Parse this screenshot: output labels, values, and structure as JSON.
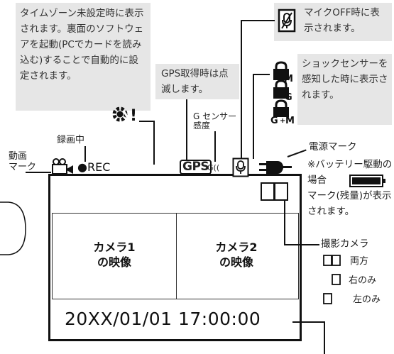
{
  "notes": {
    "timezone": "タイムゾーン未設定時に表示されます。裏面のソフトウェアを起動(PCでカードを読み込む)することで自動的に設定されます。",
    "gps": "GPS取得時は点滅します。",
    "mic": "マイクOFF時に表示されます。",
    "shock": "ショックセンサーを感知した時に表示されます。"
  },
  "labels": {
    "gsensor_line1": "G センサー",
    "gsensor_line2": "感度",
    "recording": "録画中",
    "video_mark_line1": "動画",
    "video_mark_line2": "マーク",
    "power_title": "電源マーク",
    "power_desc_pre": "※バッテリー駆動の場合",
    "power_desc_post": "マーク(残量)が表示されます。",
    "camera_title": "撮影カメラ",
    "camera_both": "両方",
    "camera_right": "右のみ",
    "camera_left": "左のみ"
  },
  "screen": {
    "rec_text": "●REC",
    "gps_badge": "GPS",
    "g_level": "G((",
    "cam1_line1": "カメラ1",
    "cam1_line2": "の映像",
    "cam2_line1": "カメラ2",
    "cam2_line2": "の映像",
    "datetime": "20XX/01/01 17:00:00"
  },
  "icons": {
    "warning": "gear-exclamation-icon",
    "mic_off": "mic-off-icon",
    "shock_m": "shock-m-icon",
    "shock_g": "shock-g-icon",
    "shock_gm": "shock-gm-icon",
    "video_camera": "video-camera-icon",
    "power_plug": "power-plug-icon",
    "battery": "battery-icon",
    "camera_dual": "dual-camera-icon",
    "mic": "mic-icon"
  }
}
